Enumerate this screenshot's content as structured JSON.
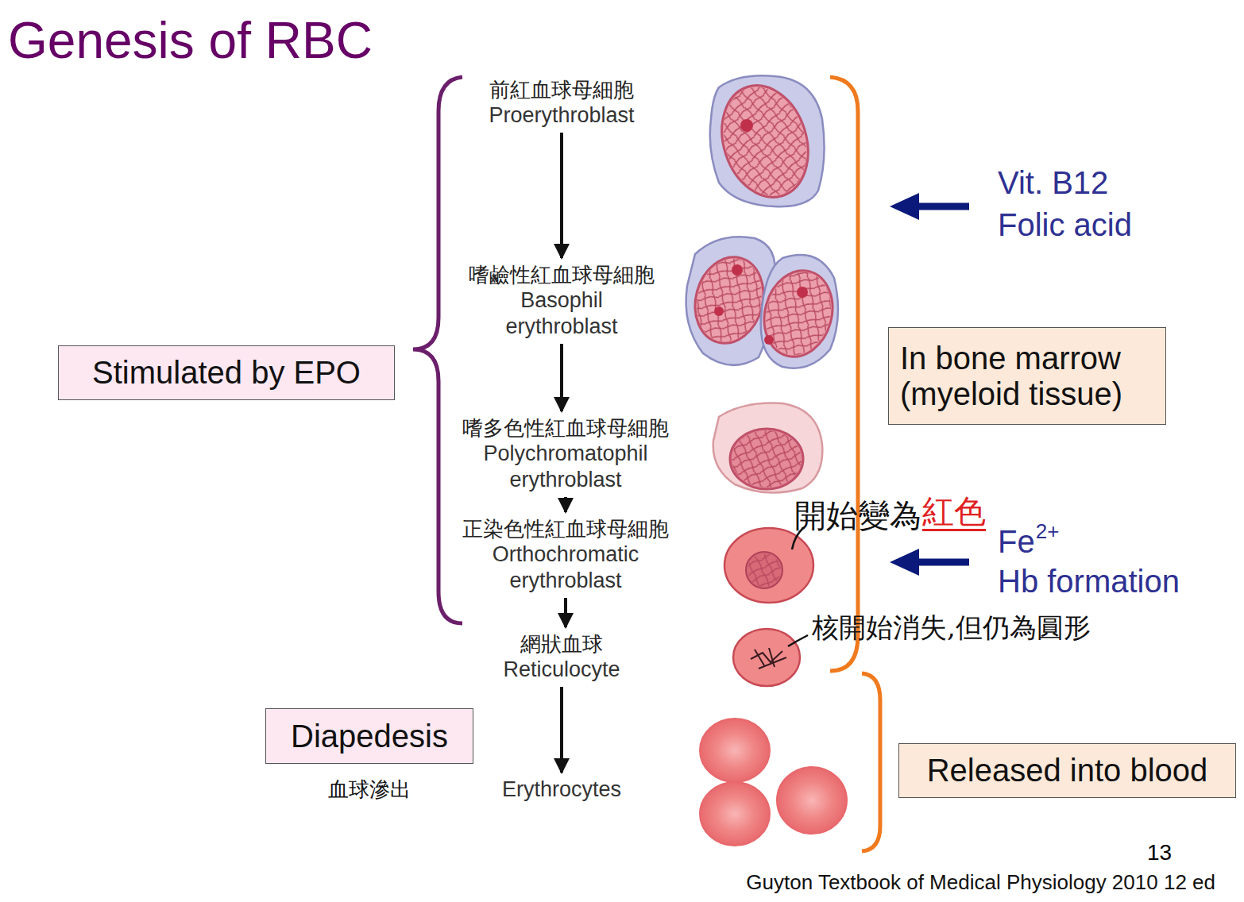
{
  "diagram": {
    "title": "Genesis of RBC",
    "caption": "Guyton Textbook of Medical Physiology 2010 12 ed",
    "nodes": [
      {
        "text": [
          "前紅血球母細胞",
          "Proerythroblast"
        ]
      },
      {
        "text": [
          "嗜鹼性紅血球母細胞",
          "Basophil erythroblast"
        ]
      },
      {
        "text": [
          "嗜多色性紅血球母細胞",
          "Polychromatophil erythroblast"
        ]
      },
      {
        "text": [
          "正染色性紅血球母細胞",
          "Orthochromatic erythroblast"
        ]
      },
      {
        "text": [
          "網狀血球",
          "Reticulocyte"
        ]
      },
      {
        "text": [
          "Erythrocytes"
        ]
      },
      {
        "text": [
          "Stimulated by EPO"
        ]
      },
      {
        "text": [
          "In bone marrow (myeloid tissue)"
        ]
      },
      {
        "text": [
          "Diapedesis",
          "血球滲出"
        ]
      },
      {
        "text": [
          "Released into blood"
        ]
      }
    ],
    "edges": [
      {
        "from": 0,
        "to": 1,
        "arrow": "to"
      },
      {
        "from": 1,
        "to": 2,
        "arrow": "to"
      },
      {
        "from": 2,
        "to": 3,
        "arrow": "to"
      },
      {
        "from": 3,
        "to": 4,
        "arrow": "to"
      },
      {
        "from": 4,
        "to": 5,
        "arrow": "to"
      }
    ],
    "labels": [
      "Vit. B12",
      "Folic acid",
      "Fe",
      "2+",
      "Hb formation",
      "開始變為",
      "紅色",
      "核開始消失,但仍為圓形",
      "13"
    ]
  }
}
